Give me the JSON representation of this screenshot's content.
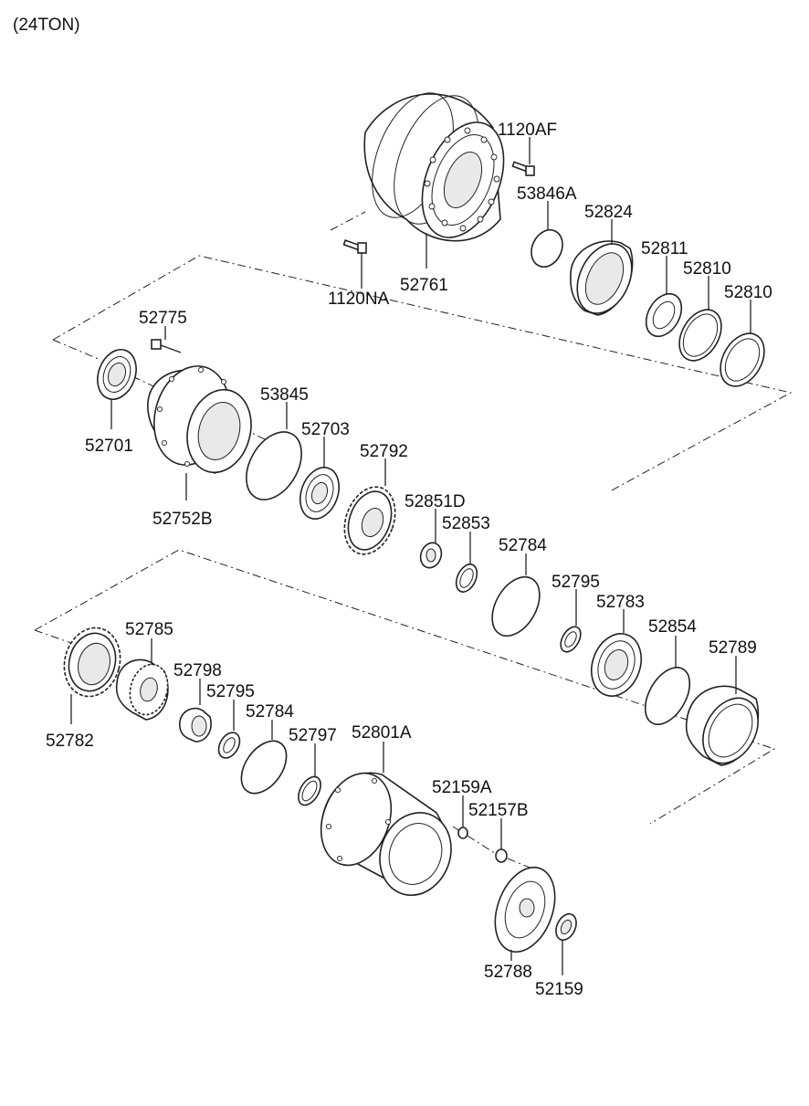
{
  "header": {
    "model": "(24TON)"
  },
  "callouts": {
    "p1120AF": "1120AF",
    "p53846A": "53846A",
    "p52824": "52824",
    "p52811": "52811",
    "p52810a": "52810",
    "p52810b": "52810",
    "p1120NA": "1120NA",
    "p52761": "52761",
    "p52775": "52775",
    "p52701": "52701",
    "p53845": "53845",
    "p52703": "52703",
    "p52792": "52792",
    "p52752B": "52752B",
    "p52851D": "52851D",
    "p52853": "52853",
    "p52784a": "52784",
    "p52795a": "52795",
    "p52783": "52783",
    "p52854": "52854",
    "p52789": "52789",
    "p52785": "52785",
    "p52798": "52798",
    "p52795b": "52795",
    "p52784b": "52784",
    "p52797": "52797",
    "p52801A": "52801A",
    "p52782": "52782",
    "p52159A": "52159A",
    "p52157B": "52157B",
    "p52788": "52788",
    "p52159": "52159"
  }
}
